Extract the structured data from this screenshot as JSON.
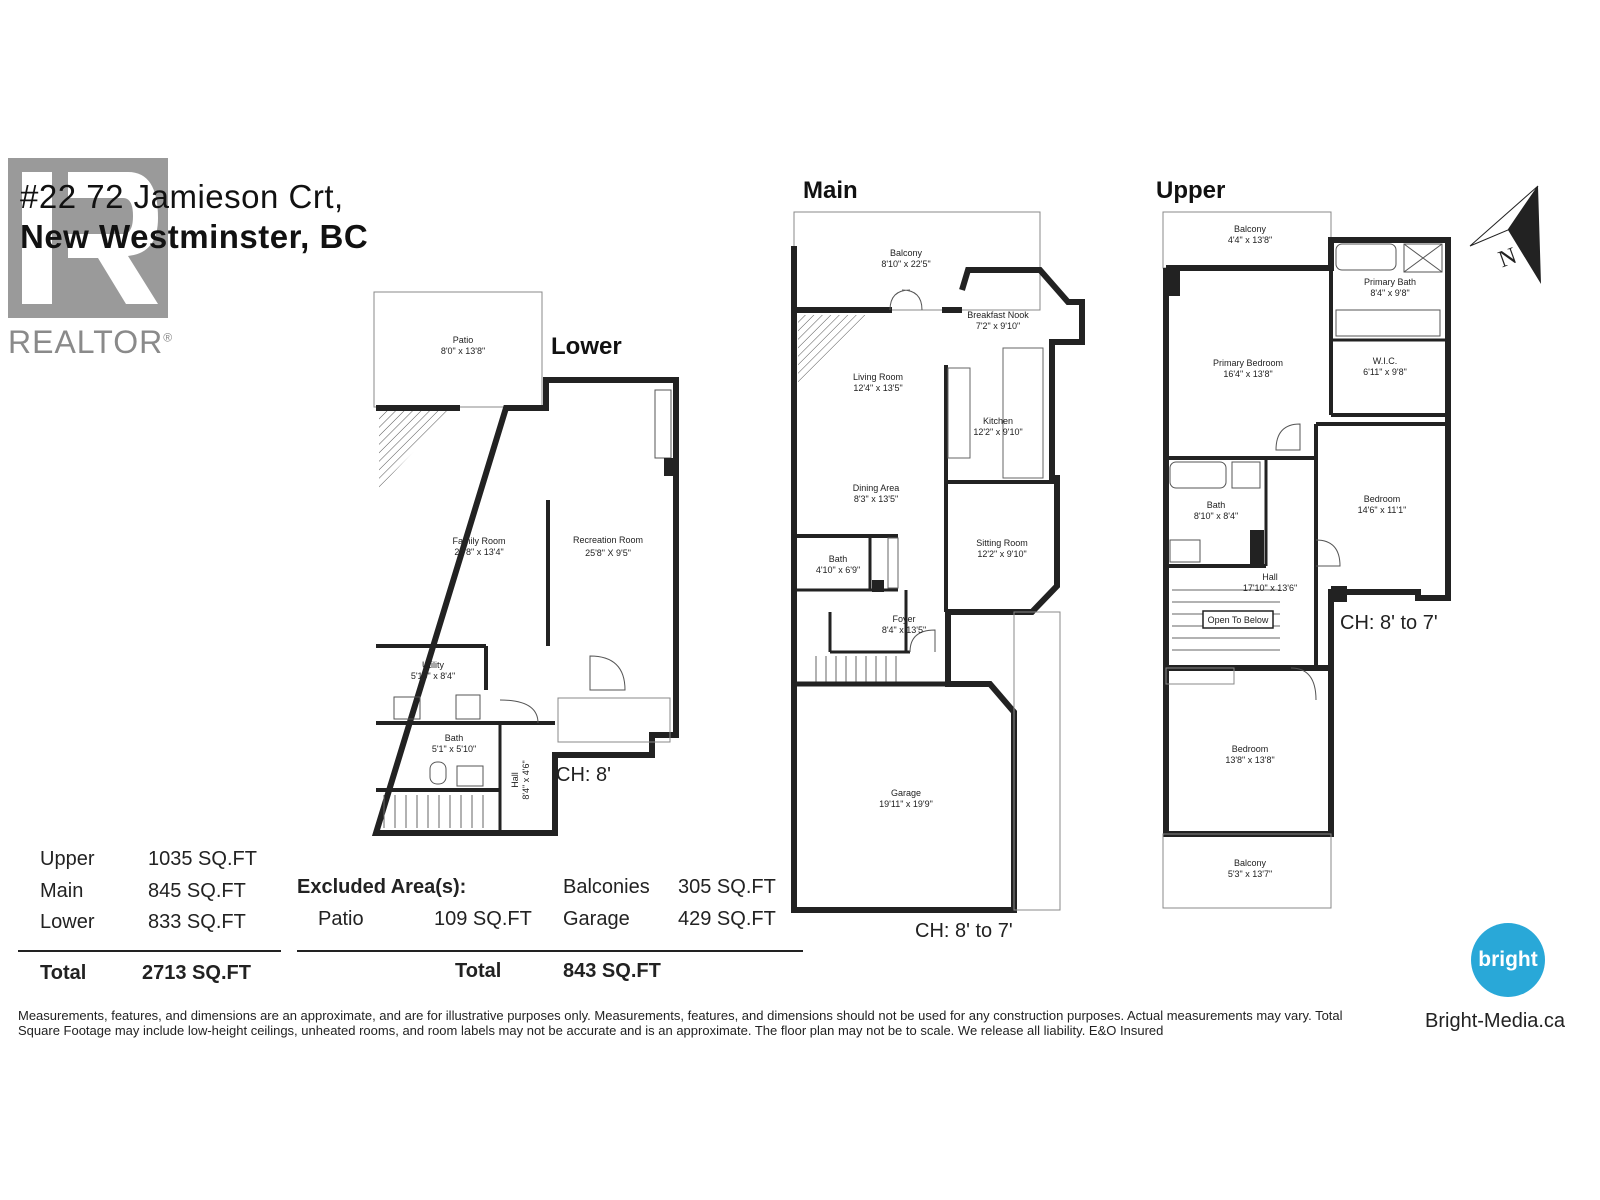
{
  "address": {
    "line1": "#22 72 Jamieson Crt,",
    "line2": "New Westminster, BC"
  },
  "realtor": {
    "label": "REALTOR",
    "mark": "®"
  },
  "floors": {
    "lower": "Lower",
    "main": "Main",
    "upper": "Upper"
  },
  "rooms": {
    "lower": [
      {
        "name": "Patio",
        "dims": "8'0\" x 13'8\""
      },
      {
        "name": "Family Room",
        "dims": "25'8\" x 13'4\""
      },
      {
        "name": "Recreation Room",
        "dims": "25'8\" X 9'5\""
      },
      {
        "name": "Utility",
        "dims": "5'10\" x 8'4\""
      },
      {
        "name": "Bath",
        "dims": "5'1\" x 5'10\""
      },
      {
        "name": "Hall",
        "dims": "8'4\" x 4'6\""
      }
    ],
    "main": [
      {
        "name": "Balcony",
        "dims": "8'10\" x 22'5\""
      },
      {
        "name": "Breakfast Nook",
        "dims": "7'2\" x 9'10\""
      },
      {
        "name": "Living Room",
        "dims": "12'4\" x 13'5\""
      },
      {
        "name": "Kitchen",
        "dims": "12'2\" x 9'10\""
      },
      {
        "name": "Dining Area",
        "dims": "8'3\" x 13'5\""
      },
      {
        "name": "Bath",
        "dims": "4'10\" x 6'9\""
      },
      {
        "name": "Sitting Room",
        "dims": "12'2\" x 9'10\""
      },
      {
        "name": "Foyer",
        "dims": "8'4\" x 13'5\""
      },
      {
        "name": "Garage",
        "dims": "19'11\" x 19'9\""
      }
    ],
    "upper": [
      {
        "name": "Balcony",
        "dims": "4'4\" x 13'8\""
      },
      {
        "name": "Primary Bath",
        "dims": "8'4\" x 9'8\""
      },
      {
        "name": "Primary Bedroom",
        "dims": "16'4\" x 13'8\""
      },
      {
        "name": "W.I.C.",
        "dims": "6'11\" x 9'8\""
      },
      {
        "name": "Bedroom",
        "dims": "14'6\" x 11'1\""
      },
      {
        "name": "Bath",
        "dims": "8'10\" x 8'4\""
      },
      {
        "name": "Hall",
        "dims": "17'10\" x 13'6\""
      },
      {
        "name": "Bedroom",
        "dims": "13'8\" x 13'8\""
      },
      {
        "name": "Balcony",
        "dims": "5'3\" x 13'7\""
      }
    ],
    "open_to_below": "Open To Below"
  },
  "ceilings": {
    "lower": "CH: 8'",
    "main": "CH: 8' to 7'",
    "upper": "CH: 8' to 7'"
  },
  "compass": "N",
  "areas": [
    {
      "label": "Upper",
      "value": "1035 SQ.FT"
    },
    {
      "label": "Main",
      "value": "845 SQ.FT"
    },
    {
      "label": "Lower",
      "value": "833 SQ.FT"
    }
  ],
  "total": {
    "label": "Total",
    "value": "2713 SQ.FT"
  },
  "excluded": {
    "title": "Excluded Area(s):",
    "items": [
      {
        "label": "Patio",
        "value": "109 SQ.FT"
      },
      {
        "label": "Balconies",
        "value": "305 SQ.FT"
      },
      {
        "label": "Garage",
        "value": "429 SQ.FT"
      }
    ],
    "total_label": "Total",
    "total_value": "843 SQ.FT"
  },
  "disclaimer": "Measurements, features, and dimensions are an approximate, and are for illustrative purposes only. Measurements, features, and dimensions should not be used for any construction purposes. Actual measurements may vary. Total Square Footage may include low-height ceilings, unheated rooms, and room labels may not be accurate and is an approximate. The floor plan may not be to scale. We release all liability. E&O Insured",
  "brand": {
    "logo_text": "bright",
    "url": "Bright-Media.ca",
    "color": "#29a8d8"
  }
}
